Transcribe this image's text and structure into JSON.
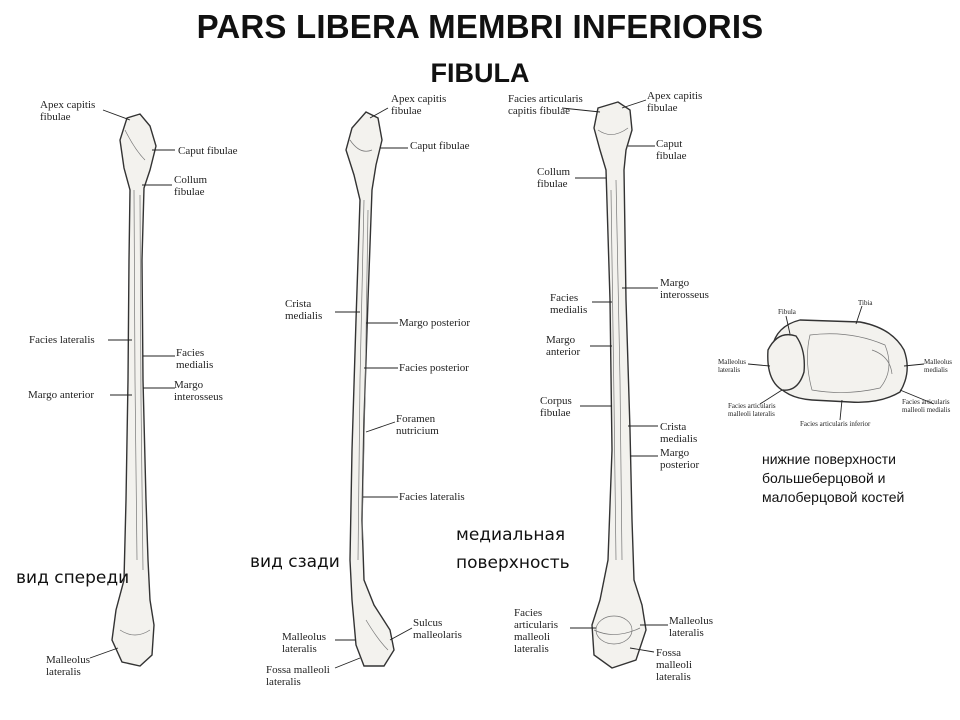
{
  "title": "PARS LIBERA MEMBRI INFERIORIS",
  "subtitle": "FIBULA",
  "views": [
    {
      "caption": "вид спереди",
      "labels": [
        "Apex capitis\nfibulae",
        "Caput fibulae",
        "Collum\nfibulae",
        "Facies lateralis",
        "Facies\nmedialis",
        "Margo anterior",
        "Margo\ninterosseus",
        "Malleolus\nlateralis"
      ]
    },
    {
      "caption": "вид сзади",
      "labels": [
        "Apex capitis\nfibulae",
        "Caput fibulae",
        "Crista\nmedialis",
        "Margo posterior",
        "Facies posterior",
        "Foramen\nnutricium",
        "Facies lateralis",
        "Sulcus\nmalleolaris",
        "Malleolus\nlateralis",
        "Fossa malleoli\nlateralis"
      ]
    },
    {
      "caption": "медиальная\nповерхность",
      "labels": [
        "Facies articularis\ncapitis fibulae",
        "Apex capitis\nfibulae",
        "Caput\nfibulae",
        "Collum\nfibulae",
        "Margo\ninterosseus",
        "Facies\nmedialis",
        "Margo\nanterior",
        "Corpus\nfibulae",
        "Crista\nmedialis",
        "Margo\nposterior",
        "Facies\narticularis\nmalleoli\nlateralis",
        "Malleolus\nlateralis",
        "Fossa\nmalleoli\nlateralis"
      ]
    }
  ],
  "inset": {
    "labels": [
      "Fibula",
      "Tibia",
      "Malleolus\nlateralis",
      "Malleolus\nmedialis",
      "Facies articularis\nmalleoli lateralis",
      "Facies articularis inferior",
      "Facies articularis\nmalleoli medialis"
    ],
    "caption": "нижние поверхности\nбольшеберцовой и\nмалоберцовой костей"
  }
}
